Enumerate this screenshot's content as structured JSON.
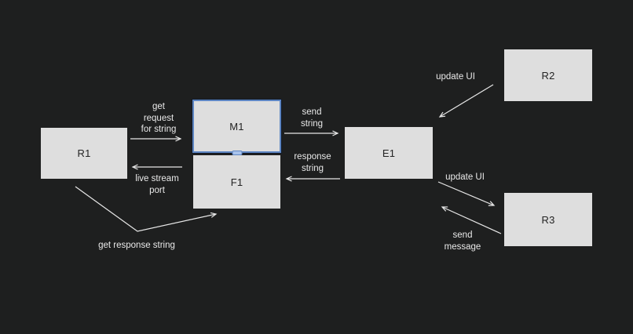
{
  "diagram": {
    "nodes": {
      "r1": {
        "label": "R1"
      },
      "m1": {
        "label": "M1",
        "selected": true
      },
      "f1": {
        "label": "F1"
      },
      "e1": {
        "label": "E1"
      },
      "r2": {
        "label": "R2"
      },
      "r3": {
        "label": "R3"
      }
    },
    "edge_labels": {
      "get_request": "get\nrequest\nfor string",
      "live_stream": "live stream\nport",
      "send_string": "send\nstring",
      "response_string": "response\nstring",
      "update_ui_r2": "update UI",
      "update_ui_r3": "update UI",
      "send_message": "send\nmessage",
      "get_response": "get response string"
    },
    "colors": {
      "background": "#1e1f1f",
      "node_fill": "#dedede",
      "node_text": "#232323",
      "arrow": "#e8e8e8",
      "selection_border": "#5e86c3",
      "selection_handle": "#a9c3ec"
    }
  }
}
